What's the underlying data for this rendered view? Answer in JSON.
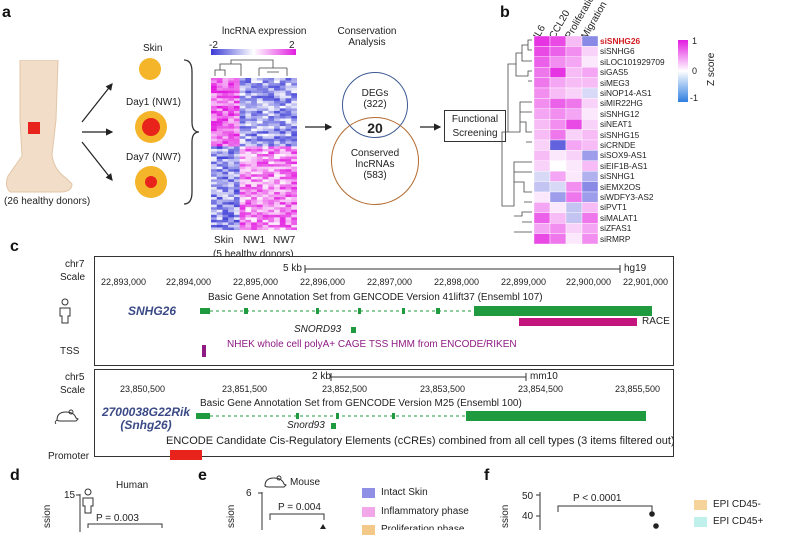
{
  "panel_a": {
    "letter": "a",
    "skin_label": "Skin",
    "day1_label": "Day1 (NW1)",
    "day7_label": "Day7 (NW7)",
    "donors_label": "(26 healthy donors)",
    "heatmap_title": "lncRNA expression",
    "scale_min": "-2",
    "scale_max": "2",
    "col_labels": [
      "Skin",
      "NW1",
      "NW7"
    ],
    "heatmap_subtitle": "(5 healthy donors)",
    "conservation_title_1": "Conservation",
    "conservation_title_2": "Analysis",
    "degs_label": "DEGs",
    "degs_count": "(322)",
    "overlap_count": "20",
    "conserved_label_1": "Conserved",
    "conserved_label_2": "lncRNAs",
    "conserved_count": "(583)",
    "screening_1": "Functional",
    "screening_2": "Screening"
  },
  "panel_b": {
    "letter": "b",
    "columns": [
      "IL6",
      "CCL20",
      "Proliferation",
      "Migration"
    ],
    "rows": [
      "siSNHG26",
      "siSNHG6",
      "siLOC101929709",
      "siGAS5",
      "siMEG3",
      "siNOP14-AS1",
      "siMIR22HG",
      "siSNHG12",
      "siNEAT1",
      "siSNHG15",
      "siCRNDE",
      "siSOX9-AS1",
      "siEIF1B-AS1",
      "siSNHG1",
      "siEMX2OS",
      "siWDFY3-AS2",
      "siPVT1",
      "siMALAT1",
      "siZFAS1",
      "siRMRP"
    ],
    "zscore_label": "Z score",
    "z_ticks": [
      "1",
      "0",
      "-1"
    ]
  },
  "panel_c": {
    "letter": "c",
    "human": {
      "chrom": "chr7",
      "scale_label": "Scale",
      "scalebar_text": "5 kb",
      "assembly": "hg19",
      "coords": [
        "22,893,000",
        "22,894,000",
        "22,895,000",
        "22,896,000",
        "22,897,000",
        "22,898,000",
        "22,899,000",
        "22,900,000",
        "22,901,000"
      ],
      "annotation": "Basic Gene Annotation Set from GENCODE Version 41lift37 (Ensembl 107)",
      "gene": "SNHG26",
      "snord": "SNORD93",
      "race": "RACE",
      "tss_label": "TSS",
      "cage": "NHEK whole cell polyA+ CAGE TSS HMM from ENCODE/RIKEN"
    },
    "mouse": {
      "chrom": "chr5",
      "scale_label": "Scale",
      "scalebar_text": "2 kb",
      "assembly": "mm10",
      "coords": [
        "23,850,500",
        "23,851,500",
        "23,852,500",
        "23,853,500",
        "23,854,500",
        "23,855,500"
      ],
      "annotation": "Basic Gene Annotation Set from GENCODE Version M25 (Ensembl 100)",
      "gene_1": "2700038G22Rik",
      "gene_2": "(Snhg26)",
      "snord": "Snord93",
      "promoter_label": "Promoter",
      "ccre": "ENCODE Candidate Cis-Regulatory Elements (cCREs) combined from all cell types (3 items filtered out)"
    }
  },
  "panel_d": {
    "letter": "d",
    "title": "Human",
    "ytick": "15",
    "pvalue": "P = 0.003",
    "ylabel": "ssion"
  },
  "panel_e": {
    "letter": "e",
    "title": "Mouse",
    "ytick": "6",
    "pvalue": "P = 0.004",
    "ylabel": "ssion",
    "legend": [
      "Intact Skin",
      "Inflammatory phase",
      "Proliferation phase"
    ],
    "legend_colors": [
      "#8f8fe6",
      "#f1a7e8",
      "#f3c98a"
    ]
  },
  "panel_f": {
    "letter": "f",
    "ytick_top": "50",
    "ytick_mid": "40",
    "pvalue": "P < 0.0001",
    "ylabel": "ssion",
    "legend": [
      "EPI CD45-",
      "EPI CD45+"
    ],
    "legend_colors": [
      "#f6d39a",
      "#bff0ec"
    ]
  }
}
